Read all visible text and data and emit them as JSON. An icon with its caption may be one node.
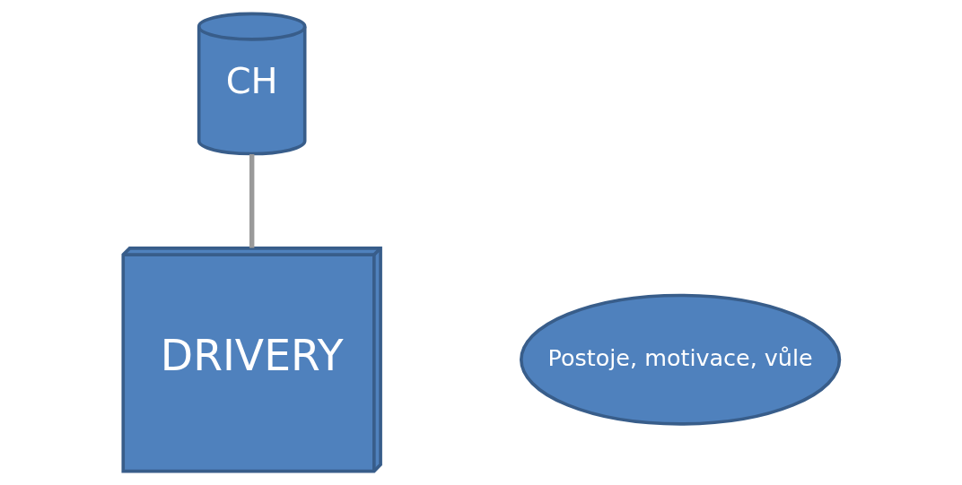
{
  "diagram": {
    "nodes": [
      {
        "text": [
          "CH"
        ]
      },
      {
        "text": [
          "Postoje, motivace, vůle"
        ]
      },
      {
        "text": [
          "DRIVERY"
        ]
      }
    ],
    "edges": [
      {
        "from": 0,
        "to": 2,
        "arrow": "none"
      }
    ]
  }
}
